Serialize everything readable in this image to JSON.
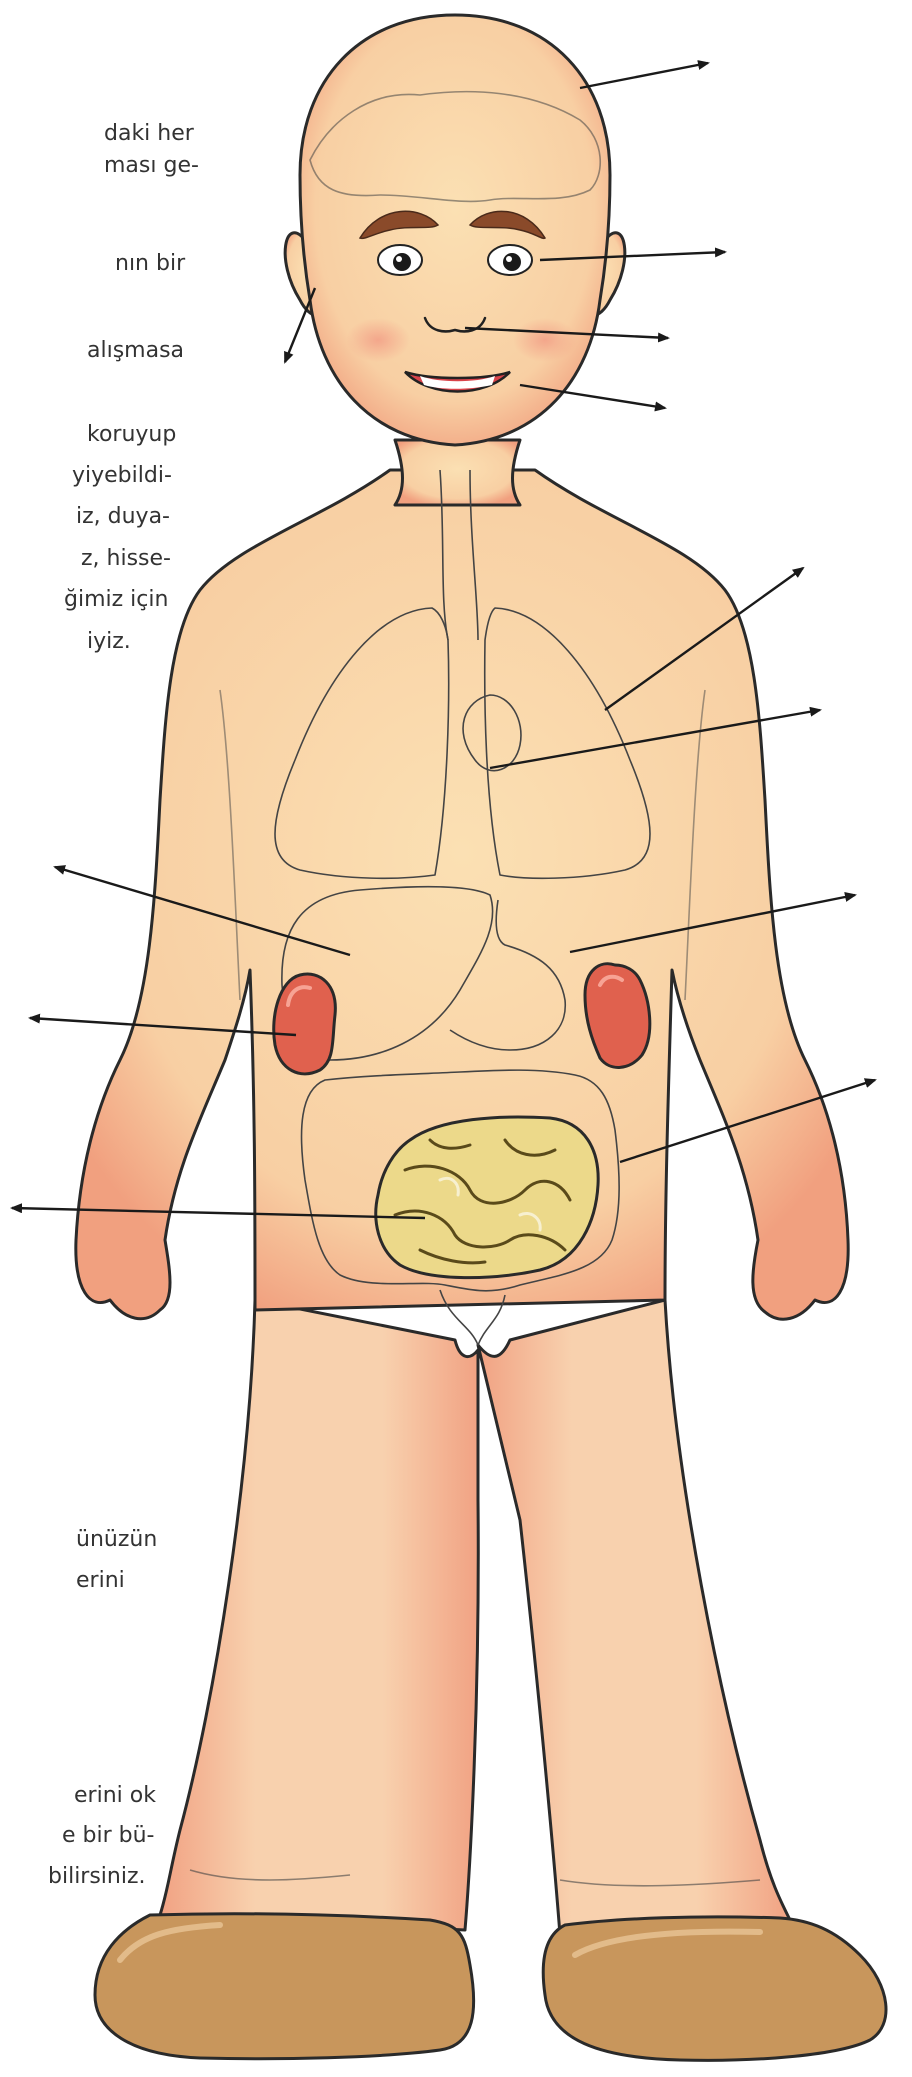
{
  "text_fragments": [
    "daki her",
    "ması ge-",
    "nın bir",
    "alışmasa",
    "koruyup",
    "yiyebildi-",
    "iz, duya-",
    "z, hisse-",
    "ğimiz için",
    "iyiz.",
    "ünüzün",
    "erini",
    "erini ok",
    "e bir bü-",
    "bilirsiniz."
  ],
  "colors": {
    "skin": "#f9d9a8",
    "skin_shade": "#f3a985",
    "kidney": "#e0614e",
    "intestine": "#ecd98a",
    "shoe": "#c8965c",
    "eyebrow": "#8a4a2a",
    "outline": "#2a2a2a"
  },
  "icons": [
    "arrow-icon"
  ]
}
